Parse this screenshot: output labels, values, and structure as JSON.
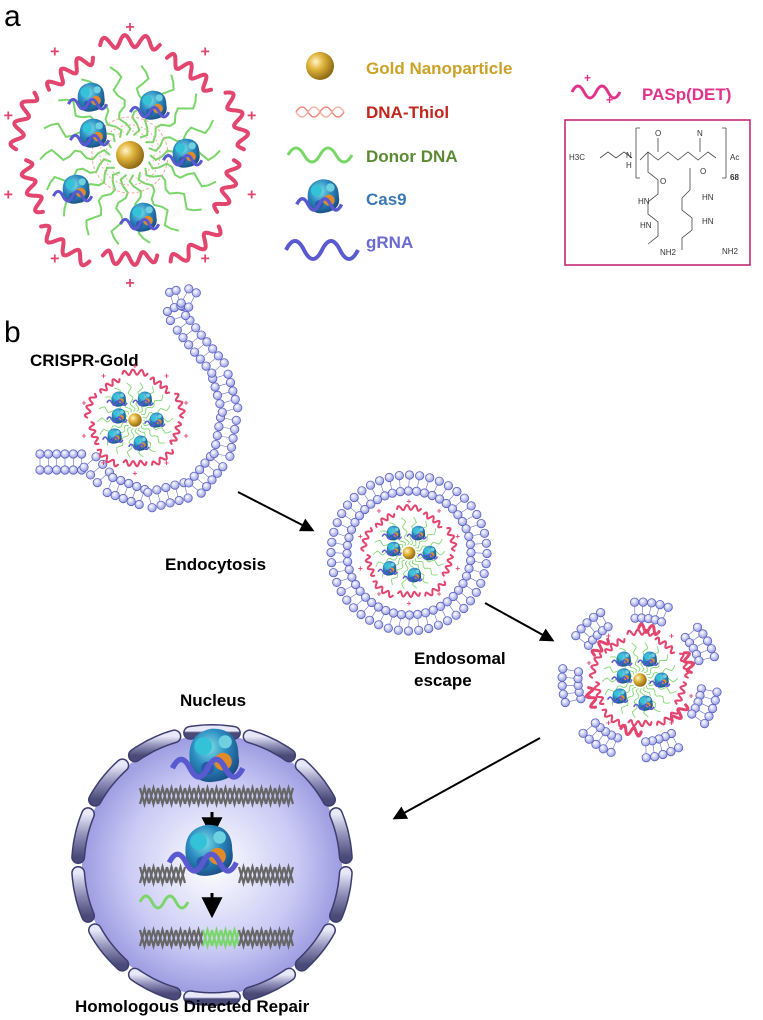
{
  "panel_a": {
    "letter": "a",
    "legend": [
      {
        "label": "Gold Nanoparticle",
        "color": "#c9a227",
        "icon": "gold-nanoparticle-icon"
      },
      {
        "label": "DNA-Thiol",
        "color": "#c0271e",
        "icon": "dna-thiol-icon"
      },
      {
        "label": "Donor DNA",
        "color": "#5a8a32",
        "icon": "donor-dna-icon"
      },
      {
        "label": "Cas9",
        "color": "#3b78b0",
        "icon": "cas9-icon"
      },
      {
        "label": "gRNA",
        "color": "#6a6ad0",
        "icon": "grna-icon"
      }
    ],
    "polymer_label": "PASp(DET)",
    "polymer_color": "#e0338a",
    "structure_labels": {
      "h3c": "H3C",
      "nh": "N",
      "h": "H",
      "ac": "Ac",
      "repeat": "68",
      "nh2": "NH2",
      "hn": "HN",
      "o": "O"
    }
  },
  "panel_b": {
    "letter": "b",
    "crispr_gold": "CRISPR-Gold",
    "endocytosis": "Endocytosis",
    "endosomal_1": "Endosomal",
    "endosomal_2": "escape",
    "nucleus": "Nucleus",
    "hdr": "Homologous Directed Repair"
  }
}
